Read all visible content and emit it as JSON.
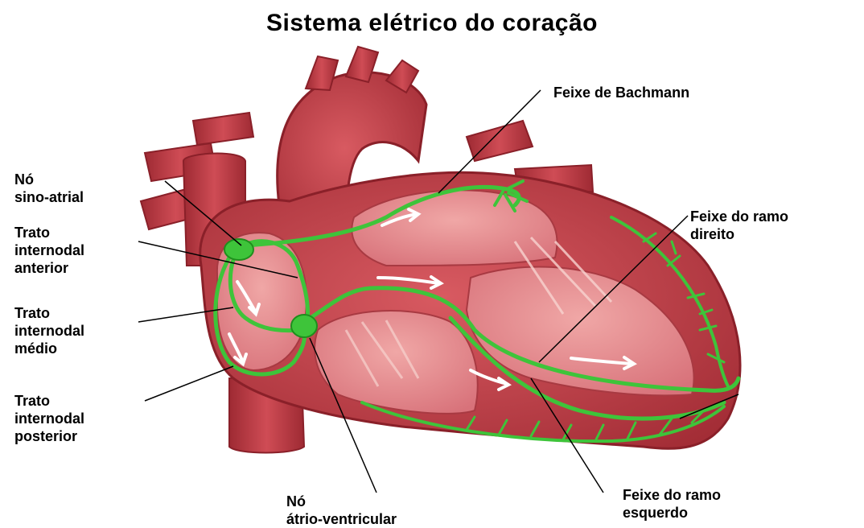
{
  "title": "Sistema elétrico do coração",
  "labels": {
    "bachmann": "Feixe de Bachmann",
    "sa_node_line1": "Nó",
    "sa_node_line2": "sino-atrial",
    "ant_line1": "Trato",
    "ant_line2": "internodal",
    "ant_line3": "anterior",
    "mid_line1": "Trato",
    "mid_line2": "internodal",
    "mid_line3": "médio",
    "post_line1": "Trato",
    "post_line2": "internodal",
    "post_line3": "posterior",
    "right_branch_line1": "Feixe do ramo",
    "right_branch_line2": "direito",
    "left_branch_line1": "Feixe do ramo",
    "left_branch_line2": "esquerdo",
    "av_node_line1": "Nó",
    "av_node_line2": "átrio-ventricular"
  },
  "colors": {
    "muscle": "#c8464f",
    "muscle_dark": "#9e2a33",
    "chamber": "#e68a8c",
    "chamber_light": "#f2b6b3",
    "conduction": "#3ec43a",
    "conduction_dark": "#1f8e1d",
    "leader_line": "#000000"
  }
}
